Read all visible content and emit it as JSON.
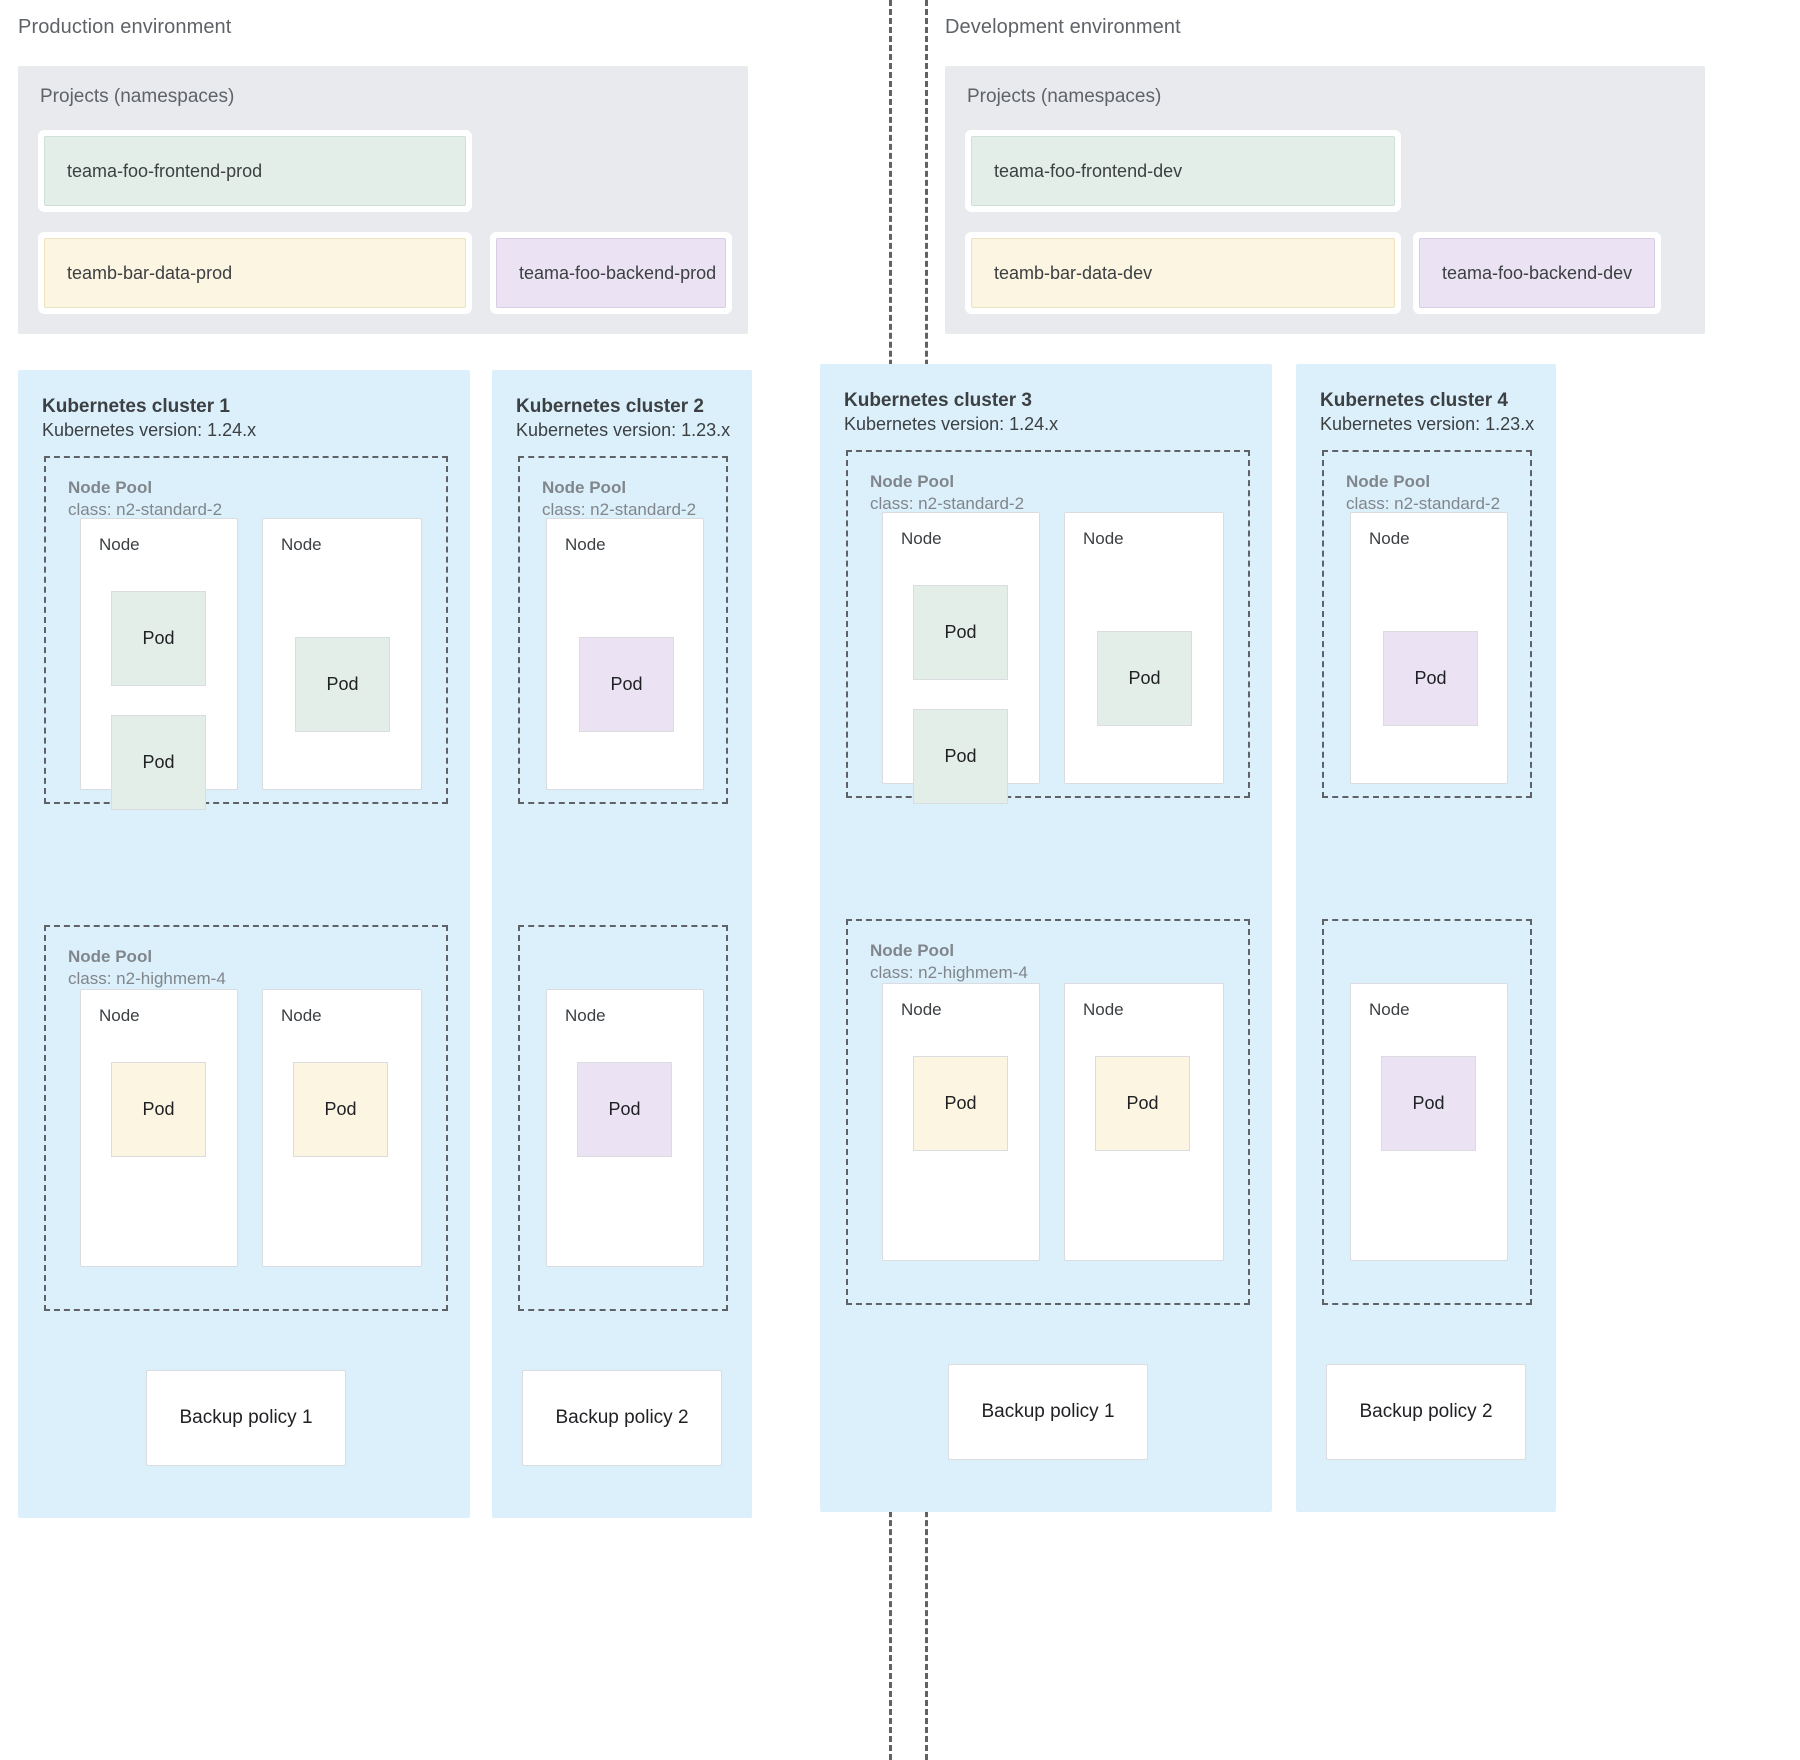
{
  "environments": [
    {
      "id": "production",
      "title": "Production environment",
      "projects": {
        "title": "Projects (namespaces)",
        "items": [
          {
            "label": "teama-foo-frontend-prod",
            "color": "green"
          },
          {
            "label": "teamb-bar-data-prod",
            "color": "yellow"
          },
          {
            "label": "teama-foo-backend-prod",
            "color": "purple"
          }
        ]
      },
      "clusters": [
        {
          "title": "Kubernetes cluster 1",
          "version": "Kubernetes version: 1.24.x",
          "pools": [
            {
              "title": "Node Pool",
              "class": "class: n2-standard-2",
              "nodes": [
                {
                  "label": "Node",
                  "pods": [
                    {
                      "label": "Pod",
                      "color": "green"
                    },
                    {
                      "label": "Pod",
                      "color": "green"
                    }
                  ]
                },
                {
                  "label": "Node",
                  "pods": [
                    {
                      "label": "Pod",
                      "color": "green"
                    }
                  ]
                }
              ]
            },
            {
              "title": "Node Pool",
              "class": "class: n2-highmem-4",
              "nodes": [
                {
                  "label": "Node",
                  "pods": [
                    {
                      "label": "Pod",
                      "color": "yellow"
                    }
                  ]
                },
                {
                  "label": "Node",
                  "pods": [
                    {
                      "label": "Pod",
                      "color": "yellow"
                    }
                  ]
                }
              ]
            }
          ],
          "backup": "Backup policy 1"
        },
        {
          "title": "Kubernetes cluster 2",
          "version": "Kubernetes version: 1.23.x",
          "pools": [
            {
              "title": "Node Pool",
              "class": "class: n2-standard-2",
              "nodes": [
                {
                  "label": "Node",
                  "pods": [
                    {
                      "label": "Pod",
                      "color": "purple"
                    }
                  ]
                }
              ]
            },
            {
              "title": "",
              "class": "",
              "nodes": [
                {
                  "label": "Node",
                  "pods": [
                    {
                      "label": "Pod",
                      "color": "purple"
                    }
                  ]
                }
              ]
            }
          ],
          "backup": "Backup policy 2"
        }
      ]
    },
    {
      "id": "development",
      "title": "Development environment",
      "projects": {
        "title": "Projects (namespaces)",
        "items": [
          {
            "label": "teama-foo-frontend-dev",
            "color": "green"
          },
          {
            "label": "teamb-bar-data-dev",
            "color": "yellow"
          },
          {
            "label": "teama-foo-backend-dev",
            "color": "purple"
          }
        ]
      },
      "clusters": [
        {
          "title": "Kubernetes cluster 3",
          "version": "Kubernetes version: 1.24.x",
          "pools": [
            {
              "title": "Node Pool",
              "class": "class: n2-standard-2",
              "nodes": [
                {
                  "label": "Node",
                  "pods": [
                    {
                      "label": "Pod",
                      "color": "green"
                    },
                    {
                      "label": "Pod",
                      "color": "green"
                    }
                  ]
                },
                {
                  "label": "Node",
                  "pods": [
                    {
                      "label": "Pod",
                      "color": "green"
                    }
                  ]
                }
              ]
            },
            {
              "title": "Node Pool",
              "class": "class: n2-highmem-4",
              "nodes": [
                {
                  "label": "Node",
                  "pods": [
                    {
                      "label": "Pod",
                      "color": "yellow"
                    }
                  ]
                },
                {
                  "label": "Node",
                  "pods": [
                    {
                      "label": "Pod",
                      "color": "yellow"
                    }
                  ]
                }
              ]
            }
          ],
          "backup": "Backup policy 1"
        },
        {
          "title": "Kubernetes cluster 4",
          "version": "Kubernetes version: 1.23.x",
          "pools": [
            {
              "title": "Node Pool",
              "class": "class: n2-standard-2",
              "nodes": [
                {
                  "label": "Node",
                  "pods": [
                    {
                      "label": "Pod",
                      "color": "purple"
                    }
                  ]
                }
              ]
            },
            {
              "title": "",
              "class": "",
              "nodes": [
                {
                  "label": "Node",
                  "pods": [
                    {
                      "label": "Pod",
                      "color": "purple"
                    }
                  ]
                }
              ]
            }
          ],
          "backup": "Backup policy 2"
        }
      ]
    }
  ],
  "colors": {
    "green": "#e3eee8",
    "yellow": "#fcf5e1",
    "purple": "#ebe3f3",
    "cluster_bg": "#dcf0fb",
    "projects_bg": "#e8eaed",
    "text": "#3c4043",
    "muted_text": "#80868b",
    "border": "#dadce0",
    "dash": "#5f6368"
  }
}
